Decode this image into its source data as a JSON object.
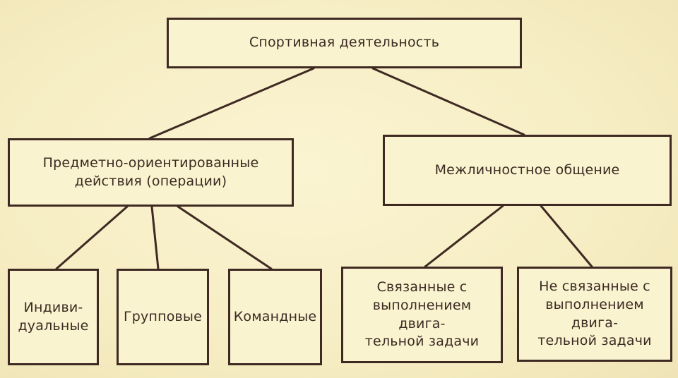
{
  "diagram": {
    "root": {
      "label": "Спортивная деятельность"
    },
    "left_branch": {
      "label": "Предметно-ориентированные\nдействия (операции)",
      "children": [
        {
          "label": "Индиви-\nдуальные"
        },
        {
          "label": "Групповые"
        },
        {
          "label": "Командные"
        }
      ]
    },
    "right_branch": {
      "label": "Межличностное общение",
      "children": [
        {
          "label": "Связанные с\nвыполнением двига-\nтельной задачи"
        },
        {
          "label": "Не связанные с\nвыполнением двига-\nтельной задачи"
        }
      ]
    }
  },
  "colors": {
    "background": "#f7efc4",
    "ink": "#3e2a22"
  }
}
